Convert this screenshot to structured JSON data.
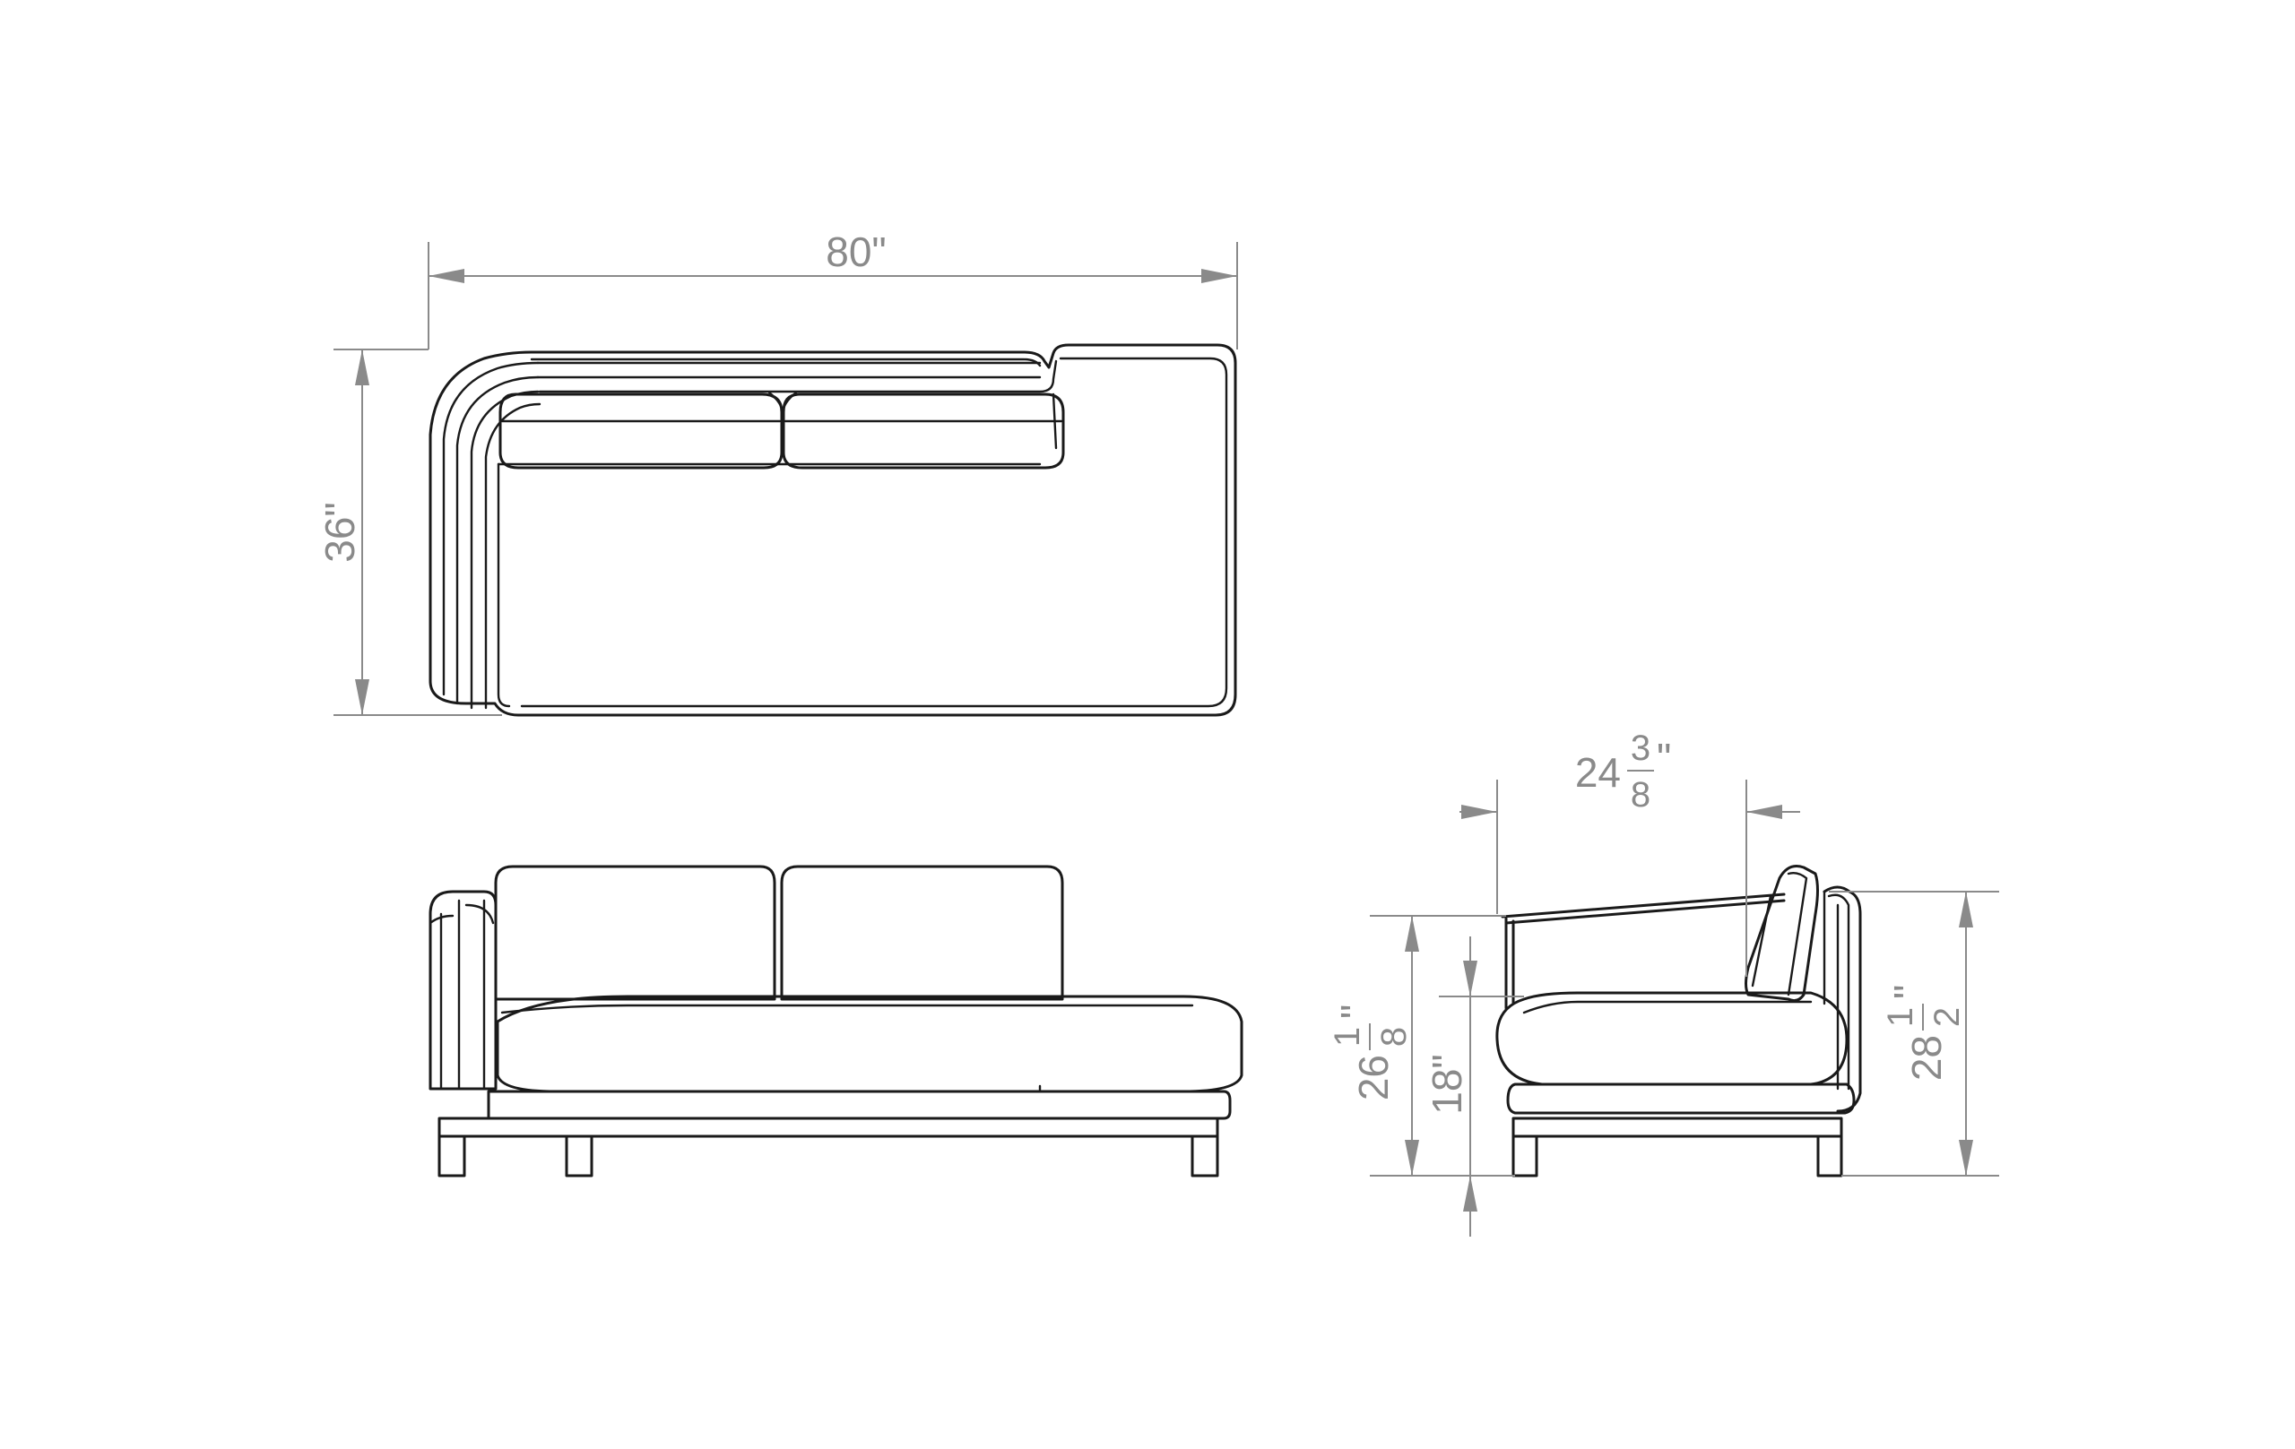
{
  "dimensions": {
    "width": "80\"",
    "depth": "36\"",
    "side_depth": {
      "whole": "24",
      "num": "3",
      "den": "8",
      "unit": "\""
    },
    "arm_height": {
      "whole": "26",
      "num": "1",
      "den": "8",
      "unit": "\""
    },
    "seat_height": "18\"",
    "overall_height": {
      "whole": "28",
      "num": "1",
      "den": "2",
      "unit": "\""
    }
  },
  "colors": {
    "line": "#1a1a1a",
    "dimension": "#8a8a8a",
    "background": "#ffffff"
  }
}
